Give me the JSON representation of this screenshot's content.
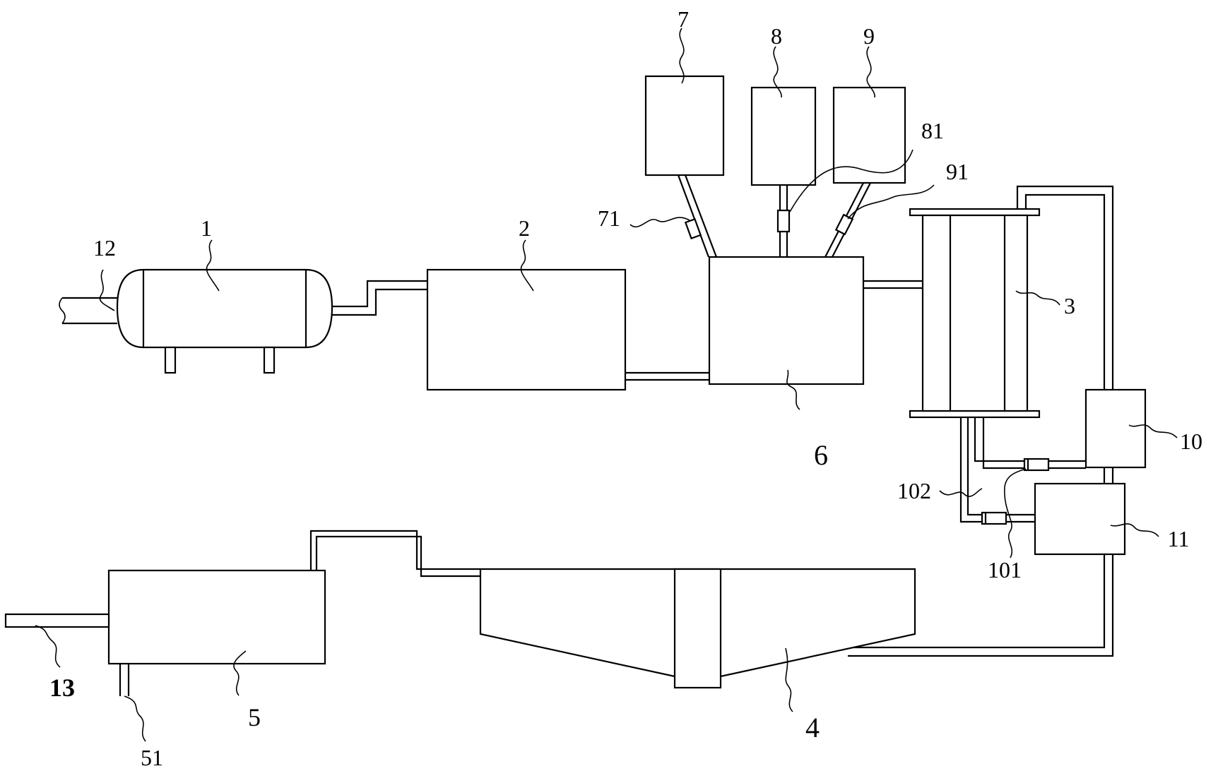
{
  "labels": {
    "n1": "1",
    "n2": "2",
    "n3": "3",
    "n4": "4",
    "n5": "5",
    "n6": "6",
    "n7": "7",
    "n8": "8",
    "n9": "9",
    "n10": "10",
    "n11": "11",
    "n12": "12",
    "n13": "13",
    "n51": "51",
    "n71": "71",
    "n81": "81",
    "n91": "91",
    "n101": "101",
    "n102": "102"
  }
}
